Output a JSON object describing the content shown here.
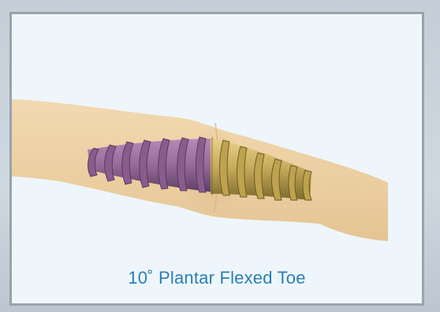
{
  "caption": "10˚ Plantar Flexed Toe",
  "colors": {
    "panel_background": "#eef6fb",
    "panel_border": "#9aa3ab",
    "caption_text": "#2a7fb5",
    "bone": "#ecd1a6",
    "screw_purple": "#9a6e9c",
    "screw_gold": "#c9b064"
  },
  "figure": {
    "subject": "toe-bone-with-two-part-implant-screw",
    "flexion_angle_deg": 10
  }
}
